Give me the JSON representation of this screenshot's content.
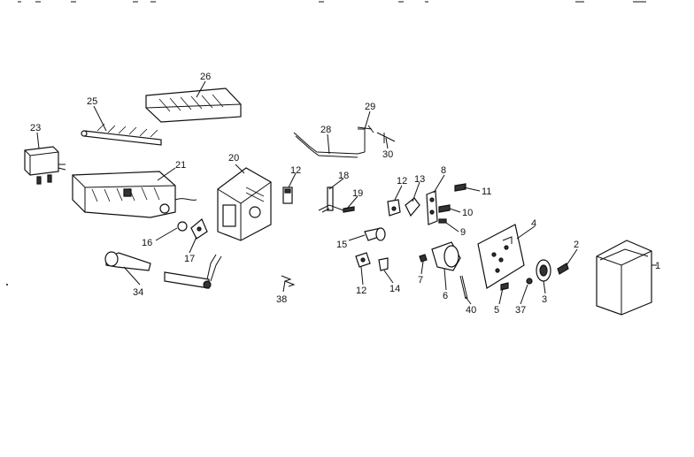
{
  "diagram": {
    "type": "exploded-parts-diagram",
    "callouts": [
      "1",
      "2",
      "3",
      "4",
      "5",
      "6",
      "7",
      "8",
      "9",
      "10",
      "11",
      "12",
      "12",
      "12",
      "13",
      "14",
      "15",
      "16",
      "17",
      "18",
      "19",
      "20",
      "21",
      "23",
      "25",
      "26",
      "28",
      "29",
      "30",
      "34",
      "37",
      "38",
      "40"
    ]
  }
}
